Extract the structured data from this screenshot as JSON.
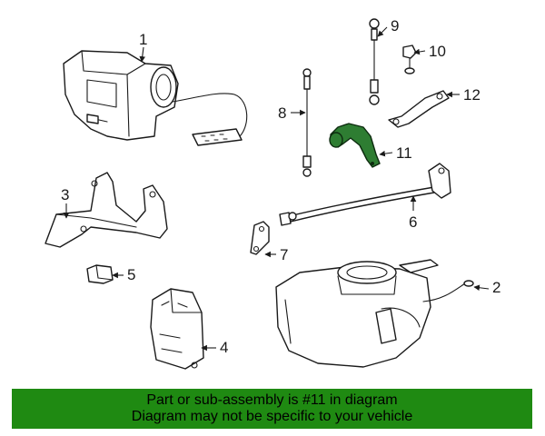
{
  "callouts": {
    "c1": "1",
    "c2": "2",
    "c3": "3",
    "c4": "4",
    "c5": "5",
    "c6": "6",
    "c7": "7",
    "c8": "8",
    "c9": "9",
    "c10": "10",
    "c11": "11",
    "c12": "12"
  },
  "highlighted_part": "11",
  "colors": {
    "highlight": "#2e7d32",
    "banner": "#1f8a12"
  },
  "banner": {
    "line1": "Part or sub-assembly is #11 in diagram",
    "line2": "Diagram may not be specific to your vehicle"
  }
}
